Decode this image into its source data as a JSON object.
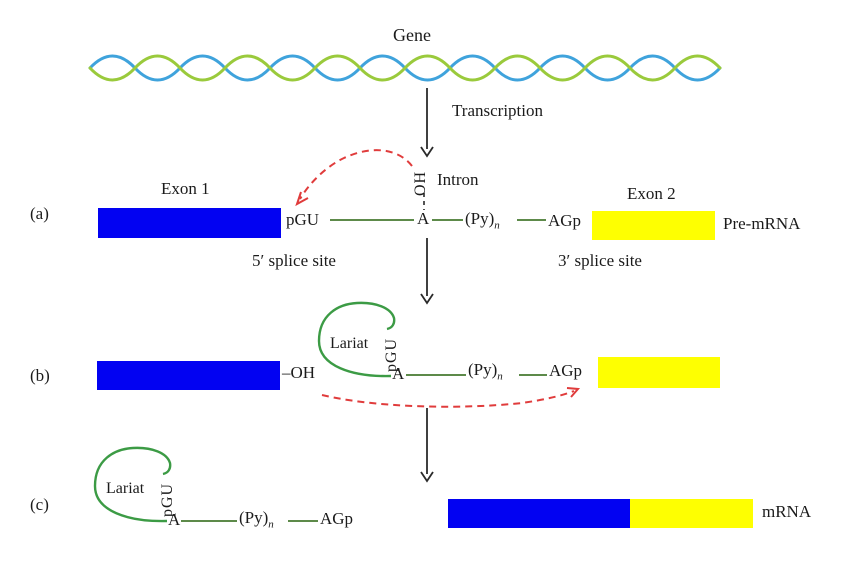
{
  "figure": {
    "description": "RNA splicing diagram: gene transcription to pre-mRNA, lariat intermediate, spliced mRNA"
  },
  "top": {
    "gene_label": "Gene",
    "transcription_label": "Transcription"
  },
  "panel_a": {
    "label": "(a)",
    "exon1_label": "Exon 1",
    "exon2_label": "Exon 2",
    "pgu": "pGU",
    "oh": "OH",
    "intron_label": "Intron",
    "branch_a": "A",
    "py": "(Py)",
    "py_sub": "n",
    "agp": "AGp",
    "five_splice_site": "5′ splice site",
    "three_splice_site": "3′ splice site",
    "product_label": "Pre-mRNA"
  },
  "panel_b": {
    "label": "(b)",
    "oh": "–OH",
    "lariat_label": "Lariat",
    "pgu": "pGU",
    "branch_a": "A",
    "py": "(Py)",
    "py_sub": "n",
    "agp": "AGp"
  },
  "panel_c": {
    "label": "(c)",
    "lariat_label": "Lariat",
    "pgu": "pGU",
    "branch_a": "A",
    "py": "(Py)",
    "py_sub": "n",
    "agp": "AGp",
    "product_label": "mRNA"
  },
  "colors": {
    "exon1_blue": "#0202f2",
    "exon2_yellow": "#feff01",
    "helix_blue": "#3fa3dc",
    "helix_green": "#9aca3c",
    "connector_green": "#5d8a4a",
    "lariat_green": "#3c9b45",
    "red_dashed_arrow": "#e03c3c",
    "arrow_black": "#2a2a2a"
  }
}
